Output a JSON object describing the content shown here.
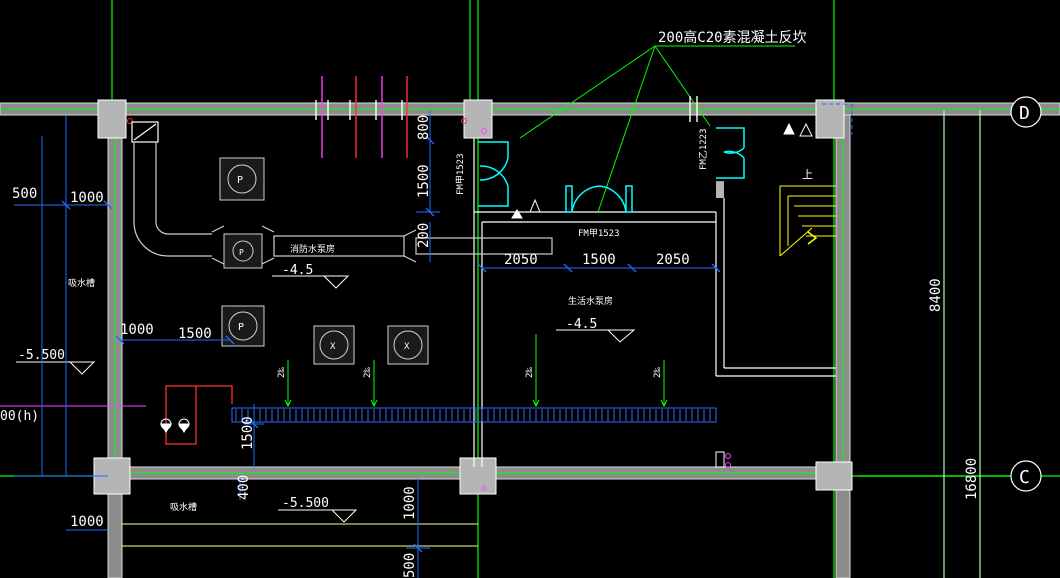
{
  "colors": {
    "background": "#000000",
    "grid_line": "#00ff00",
    "wall": "#bfbfbf",
    "dimension": "#1e6bff",
    "text": "#ffffff",
    "annotation": "#00ff00",
    "door": "#00ffff",
    "pipe": "#cfcfcf",
    "drain": "#2f6bff",
    "stair": "#ffff00"
  },
  "annotations": {
    "callout": "200高C20素混凝土反坎",
    "room_fire_pump": "消防水泵房",
    "room_domestic_pump": "生活水泵房",
    "pool_top": "吸水槽",
    "pool_bottom": "吸水槽",
    "stair_label": "上",
    "elev_-4.5_a": "-4.5",
    "elev_-4.5_b": "-4.5",
    "elev_-5.5_a": "-5.500",
    "elev_-5.5_b": "-5.500",
    "elev_h": "00(h)",
    "door_fm1": "FM甲1523",
    "door_fm2": "FM甲1523",
    "door_fm3": "FM乙1223",
    "slope_1": "2‰",
    "slope_2": "2‰",
    "slope_3": "2‰",
    "slope_4": "2‰"
  },
  "grid_labels": {
    "D": "D",
    "C": "C"
  },
  "dimensions": {
    "d500_left": "500",
    "d1000_top": "1000",
    "d1000_mid": "1000",
    "d1500_mid": "1500",
    "d1000_bottom": "1000",
    "d800": "800",
    "d1500_vert": "1500",
    "d200": "200",
    "d2050_a": "2050",
    "d1500_b": "1500",
    "d2050_b": "2050",
    "d1500_drain": "1500",
    "d400": "400",
    "d1000_v": "1000",
    "d500_v": "500",
    "d8400": "8400",
    "d16800": "16800"
  },
  "pumps": {
    "p1": "P",
    "p2": "P",
    "p3": "P",
    "x1": "X",
    "x2": "X"
  }
}
